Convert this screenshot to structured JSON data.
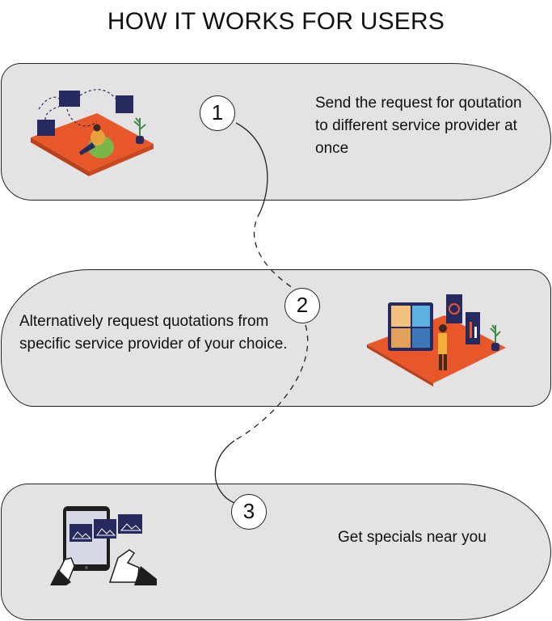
{
  "title": "HOW IT WORKS FOR USERS",
  "steps": [
    {
      "number": "1",
      "text": "Send the request for qoutation to different service provider at once",
      "illustration": "remote-network-illustration"
    },
    {
      "number": "2",
      "text": "Alternatively request quotations from specific service provider of your choice.",
      "illustration": "video-conference-illustration"
    },
    {
      "number": "3",
      "text": "Get specials near you",
      "illustration": "tablet-browsing-illustration"
    }
  ],
  "colors": {
    "card": "#e3e3e4",
    "orange": "#e8572a",
    "navy": "#262a5e",
    "outline": "#222222"
  }
}
